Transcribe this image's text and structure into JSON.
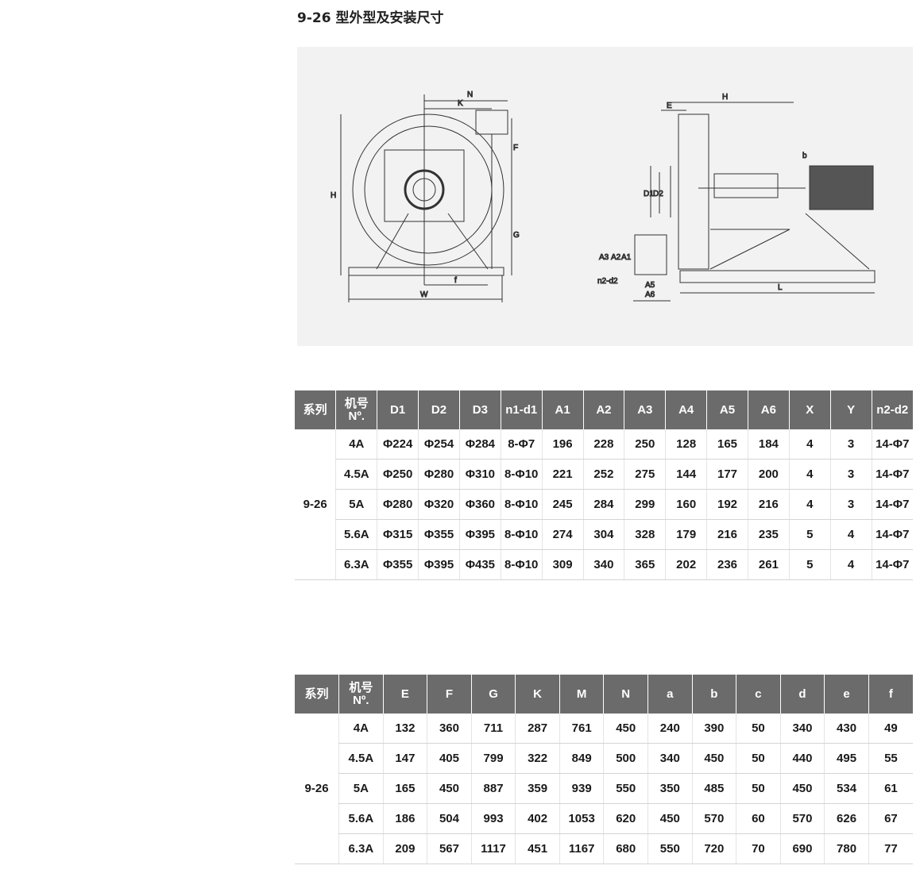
{
  "title": "9-26 型外型及安装尺寸",
  "diagram": {
    "front_labels": [
      "N",
      "K",
      "F",
      "H",
      "G",
      "W",
      "f"
    ],
    "side_labels": [
      "E",
      "H",
      "b",
      "D1",
      "D2",
      "A3",
      "A2",
      "A1",
      "n2-d2",
      "A5",
      "A6",
      "L"
    ]
  },
  "table1": {
    "headers": [
      "系列",
      "机号\nNº.",
      "D1",
      "D2",
      "D3",
      "n1-d1",
      "A1",
      "A2",
      "A3",
      "A4",
      "A5",
      "A6",
      "X",
      "Y",
      "n2-d2"
    ],
    "series": "9-26",
    "rows": [
      [
        "4A",
        "Φ224",
        "Φ254",
        "Φ284",
        "8-Φ7",
        "196",
        "228",
        "250",
        "128",
        "165",
        "184",
        "4",
        "3",
        "14-Φ7"
      ],
      [
        "4.5A",
        "Φ250",
        "Φ280",
        "Φ310",
        "8-Φ10",
        "221",
        "252",
        "275",
        "144",
        "177",
        "200",
        "4",
        "3",
        "14-Φ7"
      ],
      [
        "5A",
        "Φ280",
        "Φ320",
        "Φ360",
        "8-Φ10",
        "245",
        "284",
        "299",
        "160",
        "192",
        "216",
        "4",
        "3",
        "14-Φ7"
      ],
      [
        "5.6A",
        "Φ315",
        "Φ355",
        "Φ395",
        "8-Φ10",
        "274",
        "304",
        "328",
        "179",
        "216",
        "235",
        "5",
        "4",
        "14-Φ7"
      ],
      [
        "6.3A",
        "Φ355",
        "Φ395",
        "Φ435",
        "8-Φ10",
        "309",
        "340",
        "365",
        "202",
        "236",
        "261",
        "5",
        "4",
        "14-Φ7"
      ]
    ]
  },
  "table2": {
    "headers": [
      "系列",
      "机号\nNº.",
      "E",
      "F",
      "G",
      "K",
      "M",
      "N",
      "a",
      "b",
      "c",
      "d",
      "e",
      "f"
    ],
    "series": "9-26",
    "rows": [
      [
        "4A",
        "132",
        "360",
        "711",
        "287",
        "761",
        "450",
        "240",
        "390",
        "50",
        "340",
        "430",
        "49"
      ],
      [
        "4.5A",
        "147",
        "405",
        "799",
        "322",
        "849",
        "500",
        "340",
        "450",
        "50",
        "440",
        "495",
        "55"
      ],
      [
        "5A",
        "165",
        "450",
        "887",
        "359",
        "939",
        "550",
        "350",
        "485",
        "50",
        "450",
        "534",
        "61"
      ],
      [
        "5.6A",
        "186",
        "504",
        "993",
        "402",
        "1053",
        "620",
        "450",
        "570",
        "60",
        "570",
        "626",
        "67"
      ],
      [
        "6.3A",
        "209",
        "567",
        "1117",
        "451",
        "1167",
        "680",
        "550",
        "720",
        "70",
        "690",
        "780",
        "77"
      ]
    ]
  }
}
